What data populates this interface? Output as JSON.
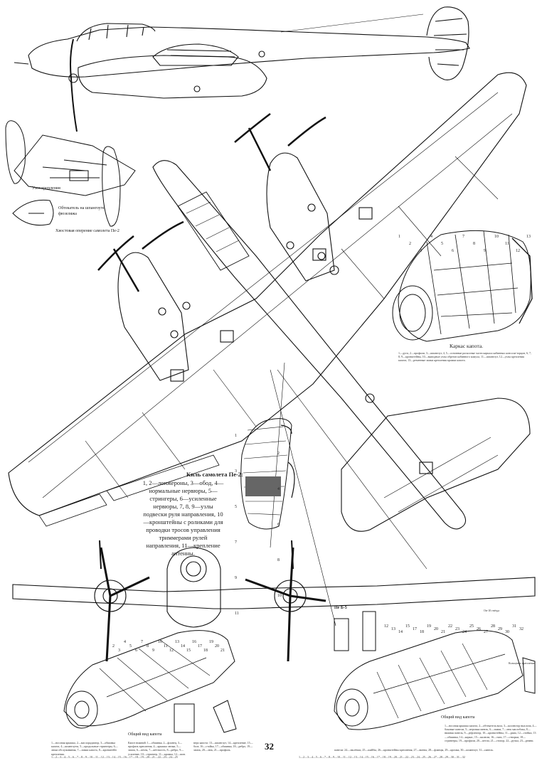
{
  "page_number": "32",
  "captions": {
    "tail_part": "Хвостовая оперение самолета Пе-2",
    "tail_part_sub1": "Узел крепления",
    "tail_part_sub2": "Обтекатель на шпангоуте фюзеляжа",
    "canopy_frame": "Каркас капота.",
    "canopy_legend": "1—дуги, 2—профили, 3—шпангоут, 4, 5—основные раскосные части каркаса кабинных консоли-торцов, 6, 7, 8, 9—кронштейны, 10—выводные узлы обрезов кабинного кожуха, 11—шпангоут, 12—узлы крепления капота, 13—ременные замки крепления кромки капота.",
    "fin_title": "Киль самолета Пе-2:",
    "fin_legend": "1, 2—лонжероны, 3—обод, 4—нормальные нервюры, 5—стрингеры, 6—усиленные нервюры, 7, 8, 9—узлы подвески руля направления, 10—кронштейны с роликами для проводки тросов управления триммерами рулей направления, 11—крепление антенны.",
    "engine_view_left": "Общий вид капота",
    "engine_view_right": "Общий вид капота",
    "variant_label": "Пе Б-5",
    "right_inset_note": "Ов-10 гнёзда",
    "right_box_label": "Кольцевое крепление",
    "bottom_left_legend": "1—носовая крышка, 2—маслорадиатор, 3—обшивка капота, 4—шпангоуты, 5—продольные стрингеры, 6—люки обслуживания, 7—замки капота, 8—кронштейн крепления.",
    "bottom_middle_legend": "Капот нижний: 1—обшивка, 2—фланец, 3—профиль крепления, 4—крышка лючка, 5—замок, 6—петля, 7—жёсткость, 8—ребро, 9—усиление, 10—стрингер, 11—кромка, 12—шов.",
    "bottom_middle_legend2": "верх капота: 13—шпангоут, 14—крепление, 15—болт, 16—стойка, 17—обшивка, 18—ребро, 19—замок, 20—люк, 21—профиль.",
    "bottom_right_legend": "1—носовая крышка капота, 2—обтекатель вала, 3—коллектор выхлопа, 4—боковые панели, 5—верхняя панель, 6—замки, 7—люк маслобака, 8—нижняя панель, 9—дефлектор, 10—кронштейны, 11—рама, 12—стойки, 13—обшивка, 14—каркас, 15—жалюзи, 16—тяги, 17—створки, 18—стрингеры, 19—профили, 20—петли, 21—стопор, 22—ручка, 23—ремни.",
    "bottom_right_legend2": "панели: 24—заклёпки, 25—шайбы, 26—кронштейны крепления, 27—винты, 28—фланцы, 29—кромка, 30—шпангоут, 31—панель.",
    "bottom_strip_left": "1—2—3—4—5—6—7—8—9—10—11—12—13—14—15—16—17—18—19—20—21—22—23—24—25",
    "bottom_strip_right": "1—2—3—4—5—6—7—8—9—10—11—12—13—14—15—16—17—18—19—20—21—22—23—24—25—26—27—28—29—30—31—32"
  },
  "callout_numbers": {
    "canopy": [
      "1",
      "2",
      "3",
      "4",
      "5",
      "6",
      "7",
      "8",
      "9",
      "10",
      "11",
      "12",
      "13"
    ],
    "fin": [
      "1",
      "2",
      "3",
      "4",
      "5",
      "6",
      "7",
      "8",
      "9",
      "10",
      "11"
    ],
    "engine_left": [
      "1",
      "2",
      "3",
      "4",
      "5",
      "6",
      "7",
      "8",
      "9",
      "10",
      "11",
      "12",
      "13",
      "14",
      "15",
      "16",
      "17",
      "18",
      "19",
      "20",
      "21"
    ],
    "engine_right": [
      "12",
      "13",
      "14",
      "15",
      "17",
      "18",
      "19",
      "20",
      "21",
      "22",
      "23",
      "24",
      "25",
      "26",
      "27",
      "28",
      "29",
      "30",
      "31",
      "32"
    ]
  }
}
